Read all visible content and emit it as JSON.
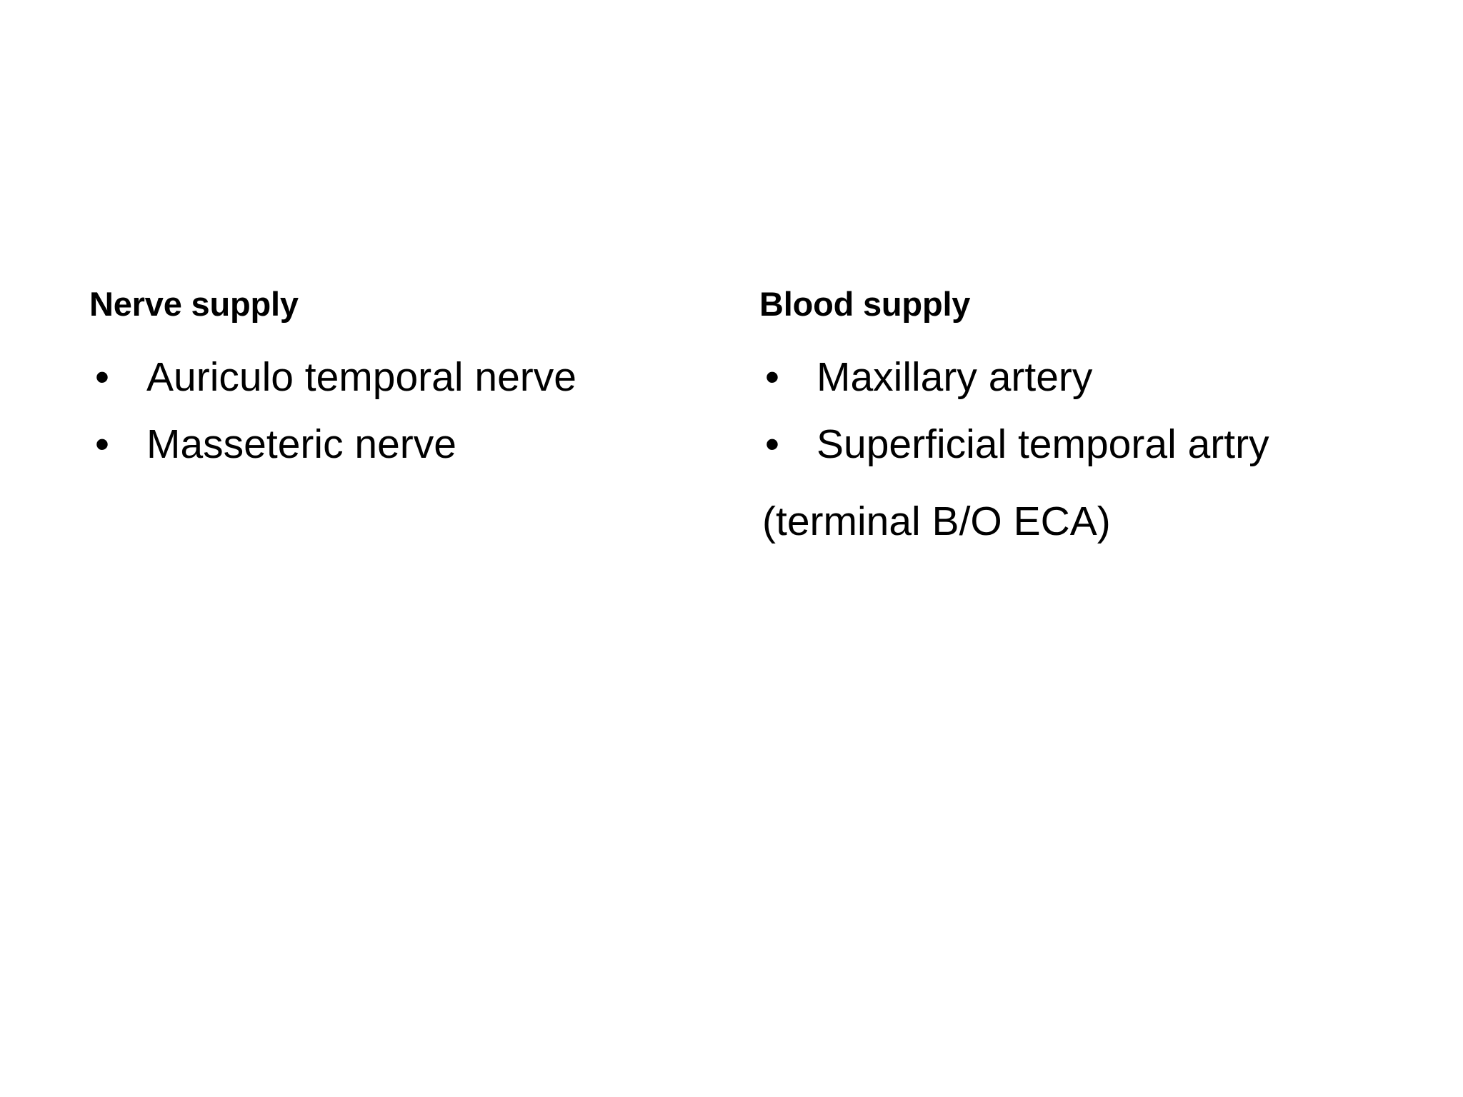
{
  "slide": {
    "background_color": "#FFFFFF",
    "text_color": "#000000",
    "bullet_glyph": "•"
  },
  "columns": [
    {
      "id": "nerve-supply",
      "heading": "Nerve supply",
      "items": [
        "Auriculo temporal nerve",
        "Masseteric nerve"
      ]
    },
    {
      "id": "blood-supply",
      "heading": "Blood supply",
      "items": [
        "Maxillary artery",
        "Superficial temporal artry"
      ],
      "note": "(terminal B/O ECA)"
    }
  ]
}
